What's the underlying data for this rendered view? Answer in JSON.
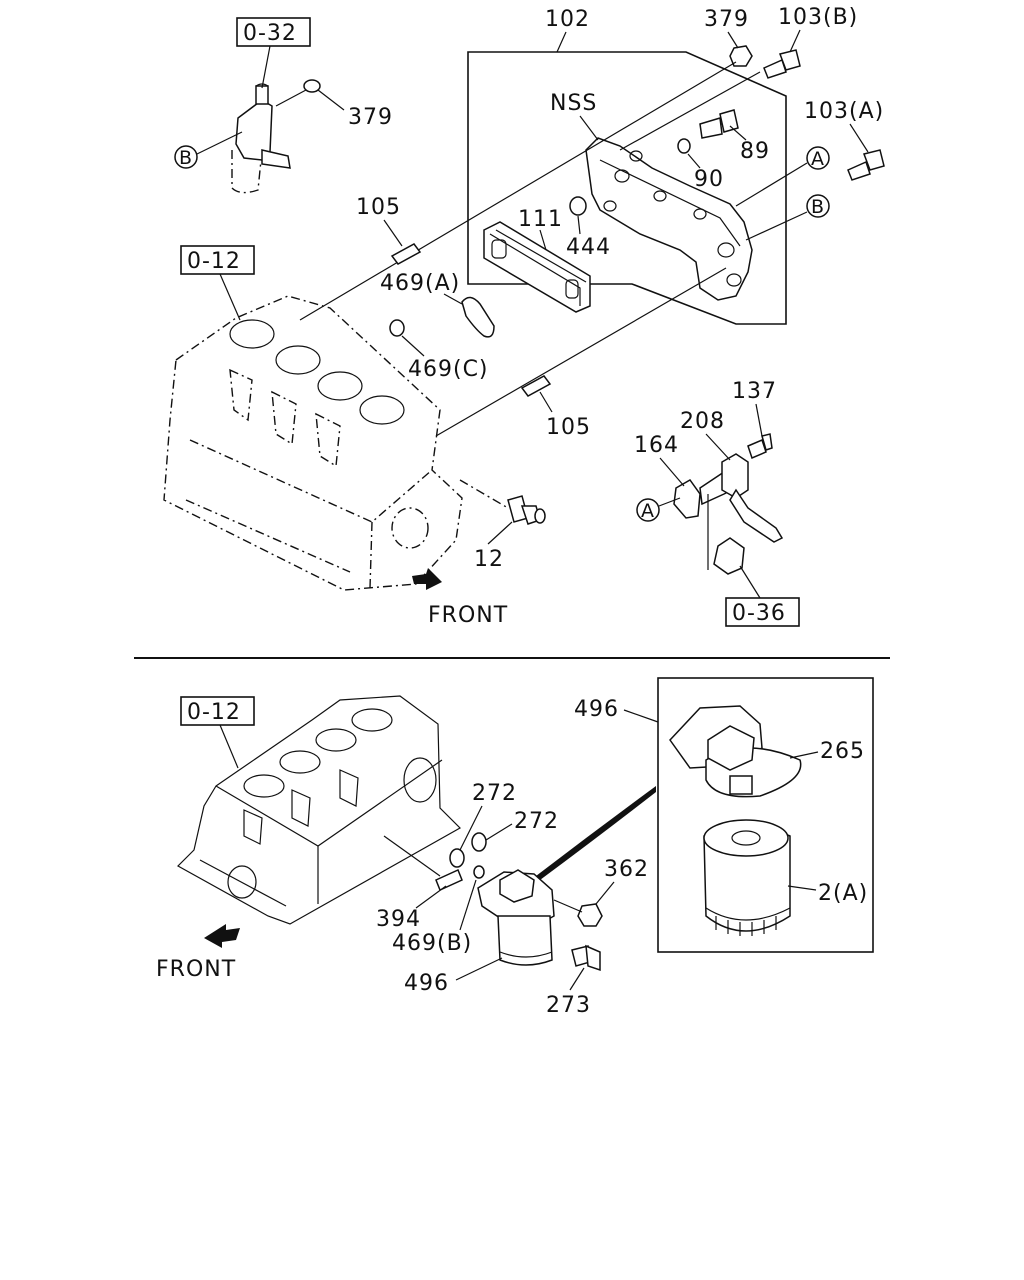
{
  "top_section": {
    "refs": {
      "o32": "0-32",
      "o12": "0-12",
      "o36": "0-36"
    },
    "callouts": {
      "p102": "102",
      "p379a": "379",
      "p103b": "103(B)",
      "p379b": "379",
      "nss": "NSS",
      "p89": "89",
      "p103a": "103(A)",
      "p90": "90",
      "p105a": "105",
      "p111": "111",
      "p444": "444",
      "p469a": "469(A)",
      "p469c": "469(C)",
      "p105b": "105",
      "p137": "137",
      "p208": "208",
      "p164": "164",
      "p12": "12"
    },
    "circled": {
      "a1": "A",
      "b1": "B",
      "b2": "B",
      "a2": "A"
    },
    "front_label": "FRONT"
  },
  "bottom_section": {
    "refs": {
      "o12": "0-12"
    },
    "callouts": {
      "p496a": "496",
      "p265": "265",
      "p272a": "272",
      "p272b": "272",
      "p362": "362",
      "p2a": "2(A)",
      "p394": "394",
      "p469b": "469(B)",
      "p496b": "496",
      "p273": "273"
    },
    "front_label": "FRONT"
  }
}
